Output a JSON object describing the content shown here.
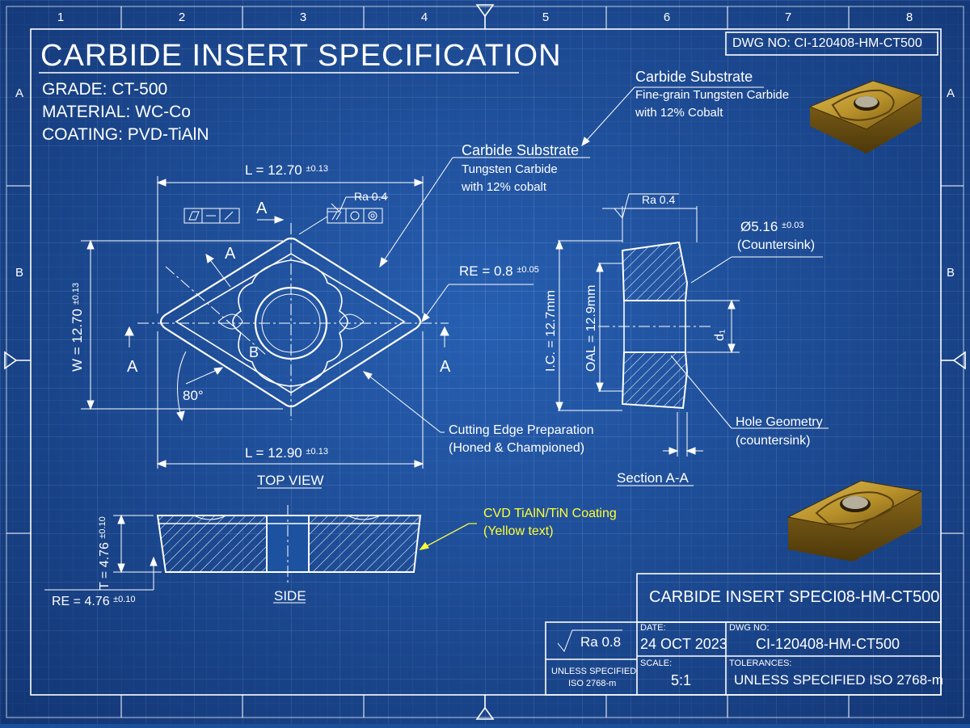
{
  "title": "CARBIDE INSERT SPECIFICATION",
  "grade": "GRADE: CT-500",
  "material": "MATERIAL: WC-Co",
  "coating": "COATING: PVD-TiAlN",
  "dwg_box": "DWG NO: CI-120408-HM-CT500",
  "border": {
    "columns": [
      "1",
      "2",
      "3",
      "4",
      "5",
      "6",
      "7",
      "8"
    ],
    "rows": [
      "A",
      "B"
    ]
  },
  "top_view": {
    "label": "TOP VIEW",
    "length_top": "L = 12.70",
    "length_top_tol": "±0.13",
    "length_bottom": "L = 12.90",
    "length_bottom_tol": "±0.13",
    "width": "W = 12.70",
    "width_tol": "±0.13",
    "angle": "80°",
    "section_a": "A",
    "section_b": "B",
    "ra": "Ra 0.4",
    "corner_radius": "RE = 0.8",
    "corner_radius_tol": "±0.05"
  },
  "callouts": {
    "substrate_1_title": "Carbide Substrate",
    "substrate_1_l1": "Fine-grain Tungsten Carbide",
    "substrate_1_l2": "with 12% Cobalt",
    "substrate_2_title": "Carbide Substrate",
    "substrate_2_l1": "Tungsten Carbide",
    "substrate_2_l2": "with 12% cobalt",
    "edge_prep_l1": "Cutting Edge Preparation",
    "edge_prep_l2": "(Honed & Championed)",
    "coating_l1": "CVD TiAlN/TiN Coating",
    "coating_l2": "(Yellow text)",
    "hole_l1": "Hole Geometry",
    "hole_l2": "(countersink)",
    "countersink_dia": "Ø5.16",
    "countersink_tol": "±0.03",
    "countersink_label": "(Countersink)"
  },
  "section_view": {
    "label": "Section A-A",
    "ic": "I.C. = 12.7mm",
    "oal": "OAL = 12.9mm",
    "ra": "Ra 0.4",
    "d1": "d₁"
  },
  "side_view": {
    "label": "SIDE",
    "thickness": "T = 4.76",
    "thickness_tol": "±0.10",
    "radius": "RE = 4.76",
    "radius_tol": "±0.10"
  },
  "title_block": {
    "name": "CARBIDE INSERT SPECI08-HM-CT500",
    "ra": "Ra 0.8",
    "note_l1": "UNLESS SPECIFIED",
    "note_l2": "ISO 2768-m",
    "date_label": "DATE:",
    "date": "24 OCT 2023",
    "dwg_label": "DWG NO:",
    "dwg": "CI-120408-HM-CT500",
    "scale_label": "SCALE:",
    "scale": "5:1",
    "tol_label": "TOLERANCES:",
    "tol": "UNLESS SPECIFIED ISO 2768-m"
  },
  "colors": {
    "background": "#1c52a0",
    "line": "#ffffff",
    "highlight": "#ffff33",
    "insert_gold": "#b8912a"
  }
}
